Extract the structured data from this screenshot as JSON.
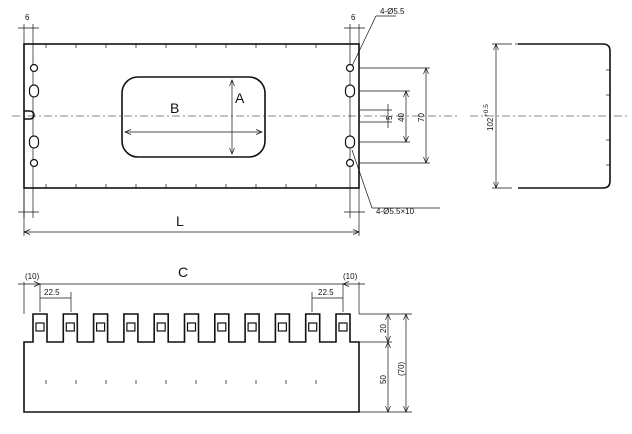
{
  "dimensions": {
    "edge_left": "6",
    "edge_right": "6",
    "holes_top": "4-Ø5.5",
    "slots_bottom": "4-Ø5.5×10",
    "opening_width": "B",
    "opening_height": "A",
    "dim_5": "5",
    "dim_40": "40",
    "dim_70": "70",
    "length": "L",
    "side_height": "102",
    "side_tolerance": "+0.5",
    "span": "C",
    "margin_left": "(10)",
    "margin_right": "(10)",
    "pitch_left": "22.5",
    "pitch_right": "22.5",
    "tab_height": "20",
    "base_height": "50",
    "total_height": "(70)"
  }
}
